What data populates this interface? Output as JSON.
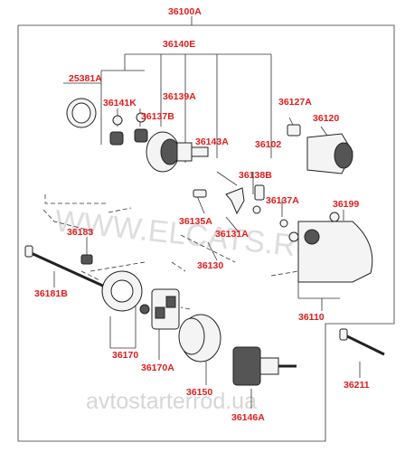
{
  "diagram": {
    "labels": {
      "l36100A": "36100A",
      "l36140E": "36140E",
      "l25381A": "25381A",
      "l36141K": "36141K",
      "l36139A": "36139A",
      "l36137B": "36137B",
      "l36127A": "36127A",
      "l36120": "36120",
      "l36143A": "36143A",
      "l36102": "36102",
      "l36138B": "36138B",
      "l36137A": "36137A",
      "l36199": "36199",
      "l36183": "36183",
      "l36135A": "36135A",
      "l36131A": "36131A",
      "l36130": "36130",
      "l36181B": "36181B",
      "l36110": "36110",
      "l36170": "36170",
      "l36170A": "36170A",
      "l36150": "36150",
      "l36146A": "36146A",
      "l36211": "36211"
    },
    "watermarks": {
      "center": "WWW.ELCATS.RU",
      "bottom": "avtostarterrod.ua"
    },
    "colors": {
      "label": "#e21b1b",
      "lines": "#333333",
      "watermark": "#cfcfcf"
    }
  }
}
